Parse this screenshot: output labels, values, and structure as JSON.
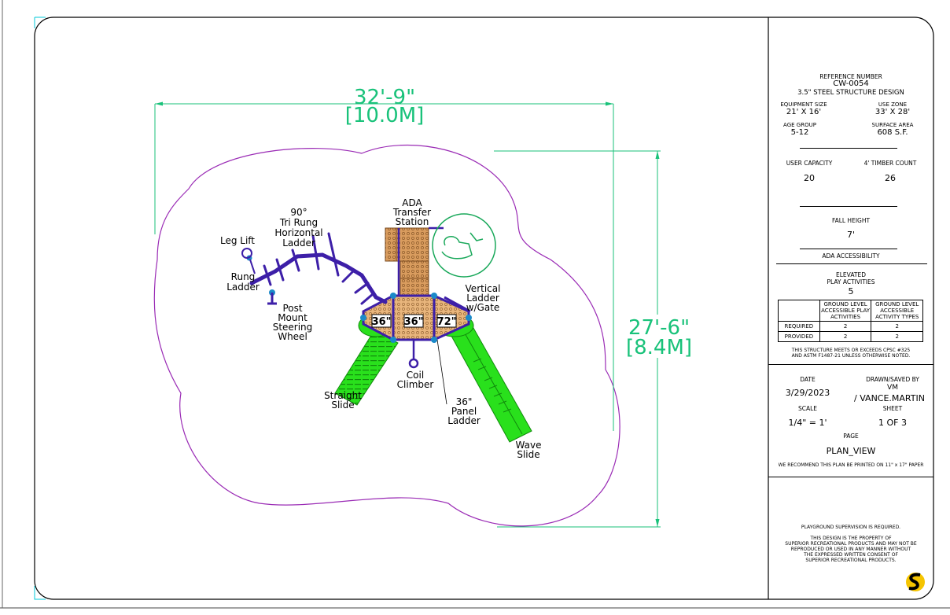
{
  "colors": {
    "dimension": "#19c27a",
    "zone": "#9a2bb5",
    "structure": "#3d1fa8",
    "slide": "#23e21a",
    "deck": "#c8894a",
    "post": "#1b8ac9"
  },
  "dimensions": {
    "width_ft": "32'-9\"",
    "width_m": "[10.0M]",
    "depth_ft": "27'-6\"",
    "depth_m": "[8.4M]"
  },
  "labels": {
    "leg_lift": "Leg Lift",
    "rung_ladder": [
      "Rung",
      "Ladder"
    ],
    "horizontal_ladder": [
      "90°",
      "Tri Rung",
      "Horizontal",
      "Ladder"
    ],
    "steering_wheel": [
      "Post",
      "Mount",
      "Steering",
      "Wheel"
    ],
    "ada_transfer": [
      "ADA",
      "Transfer",
      "Station"
    ],
    "vertical_ladder": [
      "Vertical",
      "Ladder",
      "w/Gate"
    ],
    "straight_slide": [
      "Straight",
      "Slide"
    ],
    "coil_climber": [
      "Coil",
      "Climber"
    ],
    "panel_ladder": [
      "36\"",
      "Panel",
      "Ladder"
    ],
    "wave_slide": [
      "Wave",
      "Slide"
    ],
    "deck_heights": [
      "36\"",
      "36\"",
      "72\""
    ]
  },
  "title_block": {
    "reference_label": "REFERENCE NUMBER",
    "reference_number": "CW-0054",
    "structure": "3.5\"  STEEL STRUCTURE DESIGN",
    "equipment_size_label": "EQUIPMENT SIZE",
    "equipment_size": "21' X 16'",
    "use_zone_label": "USE ZONE",
    "use_zone": "33' X 28'",
    "age_group_label": "AGE GROUP",
    "age_group": "5-12",
    "surface_area_label": "SURFACE AREA",
    "surface_area": "608 S.F.",
    "user_capacity_label": "USER CAPACITY",
    "user_capacity": "20",
    "timber_count_label": "4' TIMBER COUNT",
    "timber_count": "26",
    "fall_height_label": "FALL HEIGHT",
    "fall_height": "7'",
    "ada_label": "ADA ACCESSIBILITY",
    "elevated_label": "ELEVATED\nPLAY ACTIVITIES",
    "elevated_count": "5",
    "table": {
      "headers": [
        "",
        "GROUND LEVEL ACCESSIBLE PLAY ACTIVITIES",
        "GROUND LEVEL ACCESSIBLE ACTIVITY TYPES"
      ],
      "rows": [
        [
          "REQUIRED",
          "2",
          "2"
        ],
        [
          "PROVIDED",
          "2",
          "2"
        ]
      ]
    },
    "compliance": "THIS STRUCTURE MEETS OR EXCEEDS CPSC #325\nAND ASTM F1487-21 UNLESS OTHERWISE NOTED.",
    "date_label": "DATE",
    "date": "3/29/2023",
    "drawn_label": "DRAWN/SAVED BY",
    "drawn_by": "VM",
    "drawn_by2": "/ VANCE.MARTIN",
    "scale_label": "SCALE",
    "scale": "1/4\" = 1'",
    "sheet_label": "SHEET",
    "sheet": "1 OF 3",
    "page_label": "PAGE",
    "page": "PLAN_VIEW",
    "print_note": "WE RECOMMEND THIS PLAN BE PRINTED ON 11\" x 17\" PAPER",
    "supervision": "PLAYGROUND SUPERVISION IS REQUIRED.",
    "property_note": "THIS DESIGN IS THE PROPERTY OF\nSUPERIOR RECREATIONAL PRODUCTS AND MAY NOT BE\nREPRODUCED OR USED IN ANY MANNER WITHOUT\nTHE EXPRESSED WRITTEN CONSENT OF\nSUPERIOR RECREATIONAL PRODUCTS."
  }
}
